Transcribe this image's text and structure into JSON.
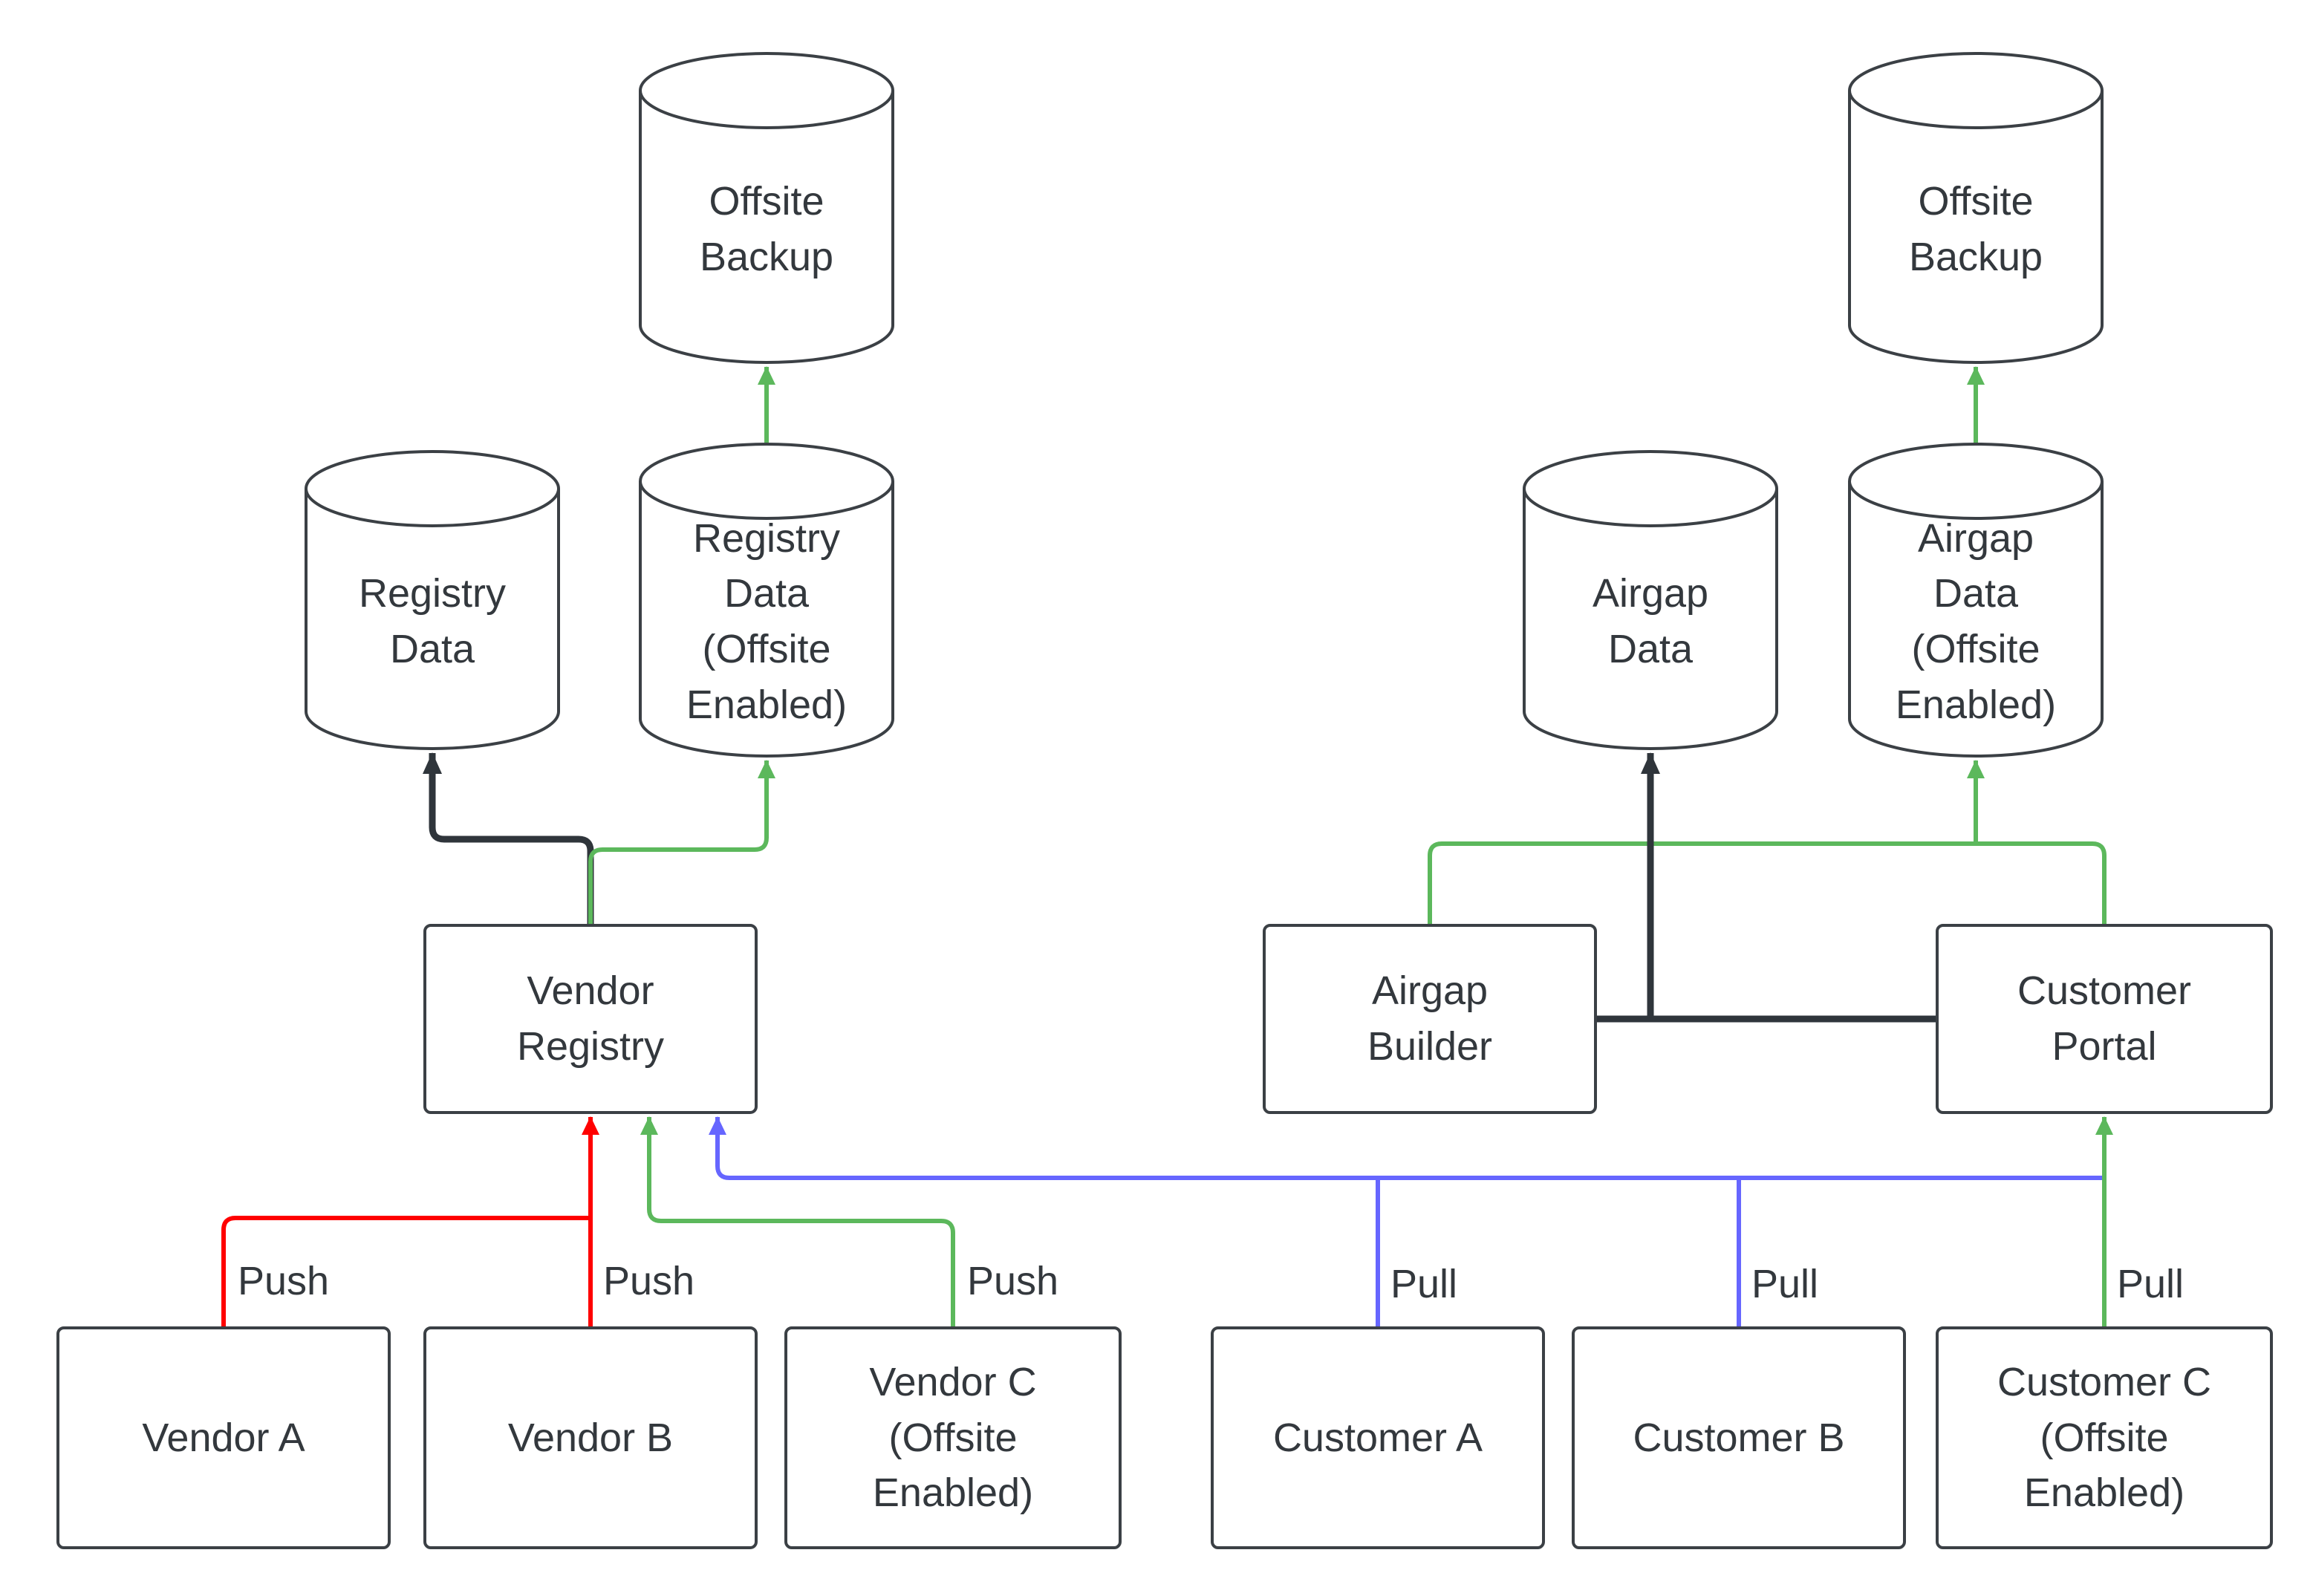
{
  "diagram": {
    "background": "#FFFFFF",
    "colors": {
      "push_standard": "#FF0000",
      "offsite_enabled": "#5CB85C",
      "pull_standard": "#6666FF",
      "internal": "#2F353B",
      "shape_border": "#3B4045",
      "text": "#33383D"
    },
    "nodes": {
      "offsite_backup_left": {
        "label": "Offsite\nBackup",
        "shape": "cylinder"
      },
      "registry_data": {
        "label": "Registry\nData",
        "shape": "cylinder"
      },
      "registry_data_offsite": {
        "label": "Registry\nData\n(Offsite\nEnabled)",
        "shape": "cylinder"
      },
      "vendor_registry": {
        "label": "Vendor\nRegistry",
        "shape": "rect"
      },
      "vendor_a": {
        "label": "Vendor A",
        "shape": "rect"
      },
      "vendor_b": {
        "label": "Vendor B",
        "shape": "rect"
      },
      "vendor_c": {
        "label": "Vendor C\n(Offsite\nEnabled)",
        "shape": "rect"
      },
      "offsite_backup_right": {
        "label": "Offsite\nBackup",
        "shape": "cylinder"
      },
      "airgap_data": {
        "label": "Airgap\nData",
        "shape": "cylinder"
      },
      "airgap_data_offsite": {
        "label": "Airgap\nData\n(Offsite\nEnabled)",
        "shape": "cylinder"
      },
      "airgap_builder": {
        "label": "Airgap\nBuilder",
        "shape": "rect"
      },
      "customer_portal": {
        "label": "Customer\nPortal",
        "shape": "rect"
      },
      "customer_a": {
        "label": "Customer A",
        "shape": "rect"
      },
      "customer_b": {
        "label": "Customer B",
        "shape": "rect"
      },
      "customer_c": {
        "label": "Customer C\n(Offsite\nEnabled)",
        "shape": "rect"
      }
    },
    "edge_labels": {
      "vendor_a_push": "Push",
      "vendor_b_push": "Push",
      "vendor_c_push": "Push",
      "customer_a_pull": "Pull",
      "customer_b_pull": "Pull",
      "customer_c_pull": "Pull"
    },
    "edges": [
      {
        "from": "vendor_a",
        "to": "vendor_registry",
        "color": "push_standard",
        "label": "Push"
      },
      {
        "from": "vendor_b",
        "to": "vendor_registry",
        "color": "push_standard",
        "label": "Push"
      },
      {
        "from": "vendor_c",
        "to": "vendor_registry",
        "color": "offsite_enabled",
        "label": "Push"
      },
      {
        "from": "customer_a",
        "to": "vendor_registry",
        "color": "pull_standard",
        "label": "Pull"
      },
      {
        "from": "customer_b",
        "to": "vendor_registry",
        "color": "pull_standard",
        "label": "Pull"
      },
      {
        "from": "customer_c",
        "to": "customer_portal",
        "color": "offsite_enabled",
        "label": "Pull"
      },
      {
        "from": "vendor_registry",
        "to": "registry_data",
        "color": "internal"
      },
      {
        "from": "vendor_registry",
        "to": "registry_data_offsite",
        "color": "offsite_enabled"
      },
      {
        "from": "registry_data_offsite",
        "to": "offsite_backup_left",
        "color": "offsite_enabled"
      },
      {
        "from": "airgap_builder",
        "to": "airgap_data",
        "color": "internal"
      },
      {
        "from": "customer_portal",
        "to": "airgap_data",
        "color": "internal"
      },
      {
        "from": "airgap_builder",
        "to": "airgap_data_offsite",
        "color": "offsite_enabled"
      },
      {
        "from": "customer_portal",
        "to": "airgap_data_offsite",
        "color": "offsite_enabled"
      },
      {
        "from": "airgap_data_offsite",
        "to": "offsite_backup_right",
        "color": "offsite_enabled"
      }
    ]
  }
}
